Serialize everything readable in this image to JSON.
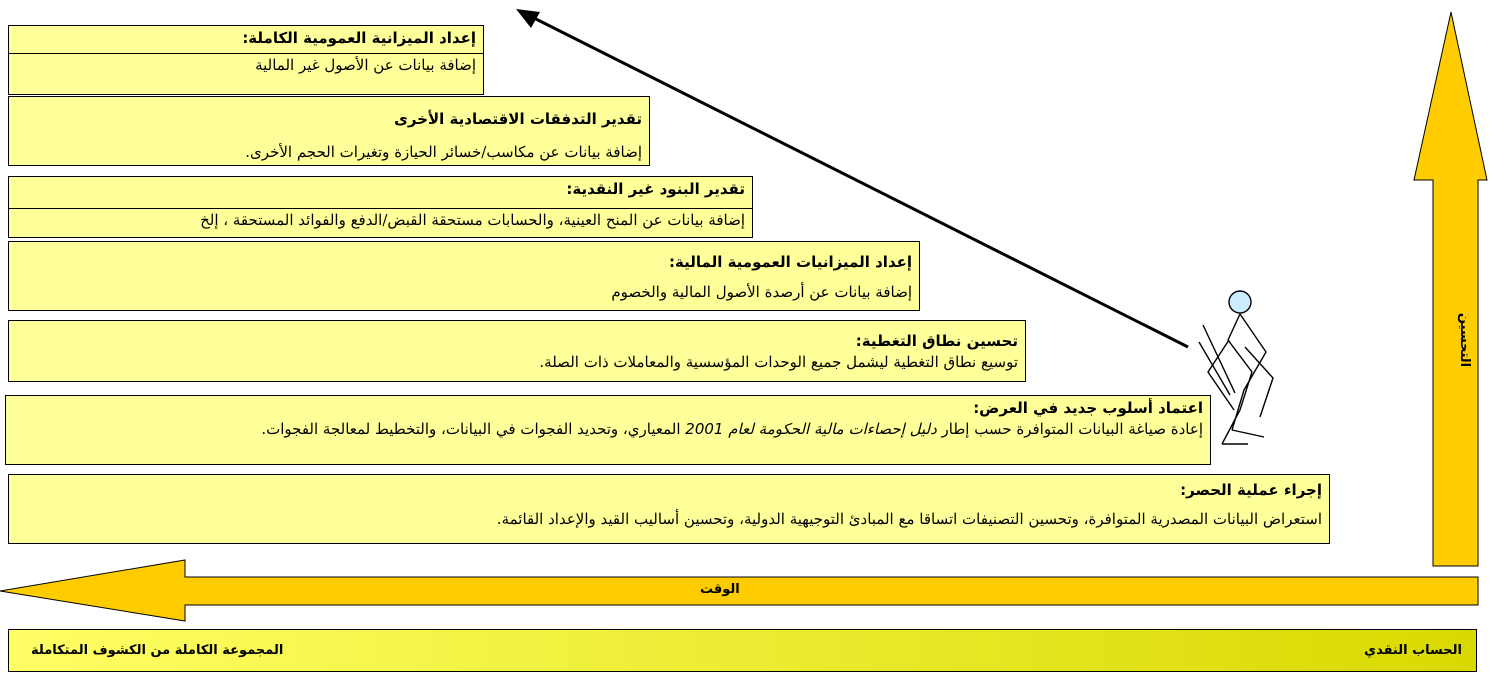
{
  "steps": [
    {
      "title": "إعداد الميزانية العمومية الكاملة:",
      "desc": "إضافة بيانات عن الأصول غير المالية"
    },
    {
      "title": "تقدير التدفقات الاقتصادية الأخرى",
      "desc": "إضافة بيانات عن مكاسب/خسائر الحيازة وتغيرات الحجم الأخرى."
    },
    {
      "title": "تقدير البنود غير النقدية:",
      "desc": "إضافة بيانات عن المنح العينية، والحسابات مستحقة القبض/الدفع والفوائد المستحقة ، إلخ"
    },
    {
      "title": "إعداد الميزانيات العمومية المالية:",
      "desc": "إضافة بيانات عن أرصدة الأصول المالية والخصوم"
    },
    {
      "title": "تحسين نطاق التغطية:",
      "desc": "توسيع نطاق التغطية ليشمل جميع الوحدات المؤسسية والمعاملات ذات الصلة."
    },
    {
      "title": "اعتماد أسلوب جديد في العرض:",
      "desc_before": "إعادة صياغة البيانات المتوافرة حسب إطار ",
      "desc_italic": "دليل إحصاءات مالية الحكومة لعام 2001",
      "desc_after": " المعياري، وتحديد الفجوات في البيانات، والتخطيط لمعالجة الفجوات."
    },
    {
      "title": "إجراء عملية الحصر:",
      "desc": "استعراض البيانات المصدرية المتوافرة، وتحسين التصنيفات اتساقا مع المبادئ التوجيهية الدولية، وتحسين أساليب القيد والإعداد القائمة."
    }
  ],
  "time_arrow_label": "الوقت",
  "improvement_arrow_label": "التحسين",
  "bottom_bar": {
    "left_label": "المجموعة الكاملة من الكشوف المتكاملة",
    "right_label": "الحساب النقدي"
  },
  "colors": {
    "box_fill": "#ffff99",
    "arrow_fill": "#ffcc00",
    "figure_head": "#ccecff"
  },
  "icons": [
    "stick-figure-icon",
    "diagonal-arrow-icon"
  ]
}
